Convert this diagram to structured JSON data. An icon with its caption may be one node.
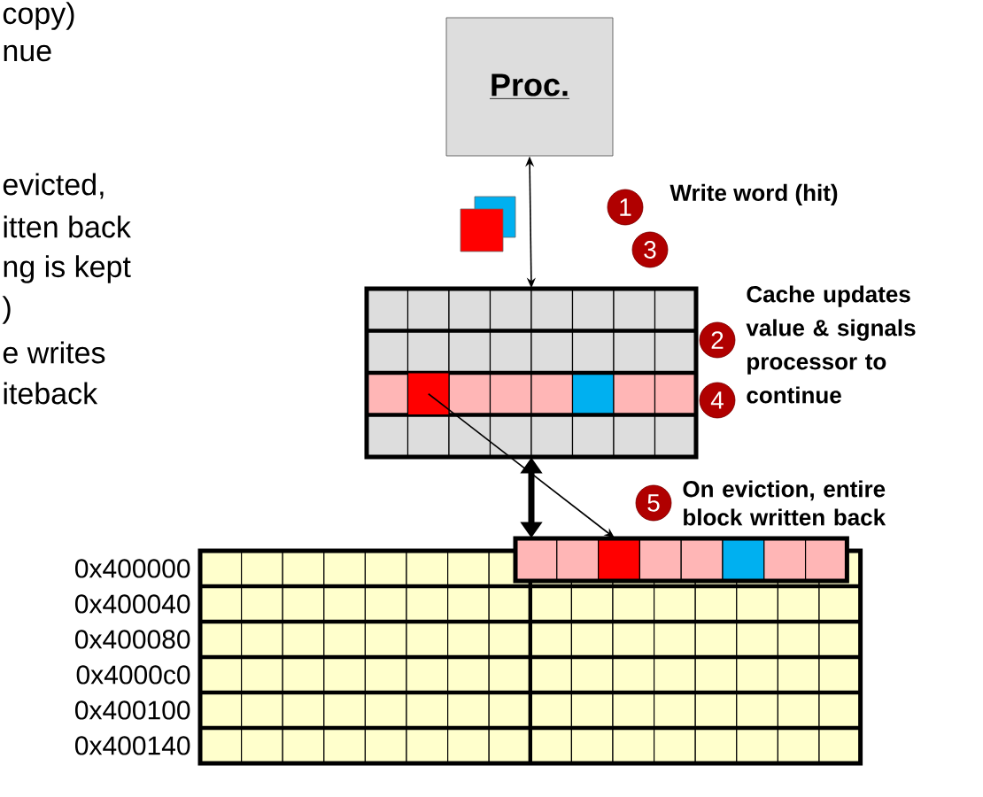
{
  "diagram": {
    "nodes": [
      {
        "text": [
          "Proc."
        ]
      },
      {
        "text": [
          "1"
        ]
      },
      {
        "text": [
          "3"
        ]
      },
      {
        "text": [],
        "shape": "box"
      },
      {
        "text": [],
        "shape": "box",
        "in": 3
      },
      {
        "text": [
          "2"
        ]
      },
      {
        "text": [
          "4"
        ]
      },
      {
        "text": [
          "5"
        ]
      },
      {
        "text": [],
        "shape": "box"
      },
      {
        "text": [],
        "shape": "box",
        "beside": [
          "0x400000",
          "0x400040",
          "0x400080",
          "0x4000c0",
          "0x400100",
          "0x400140"
        ]
      }
    ],
    "edges": [
      {
        "from": 0,
        "to": 3,
        "arrow": "both"
      },
      {
        "from": 3,
        "to": 8,
        "arrow": "both",
        "style": "thick"
      },
      {
        "from": 4,
        "to": 8,
        "arrow": "to"
      }
    ],
    "labels": [
      "copy)",
      "nue",
      "evicted,",
      "itten back",
      "ng is kept",
      ")",
      "e writes",
      "iteback",
      "Write word (hit)",
      "Cache updates value & signals processor to continue",
      "On eviction, entire block written back"
    ]
  }
}
